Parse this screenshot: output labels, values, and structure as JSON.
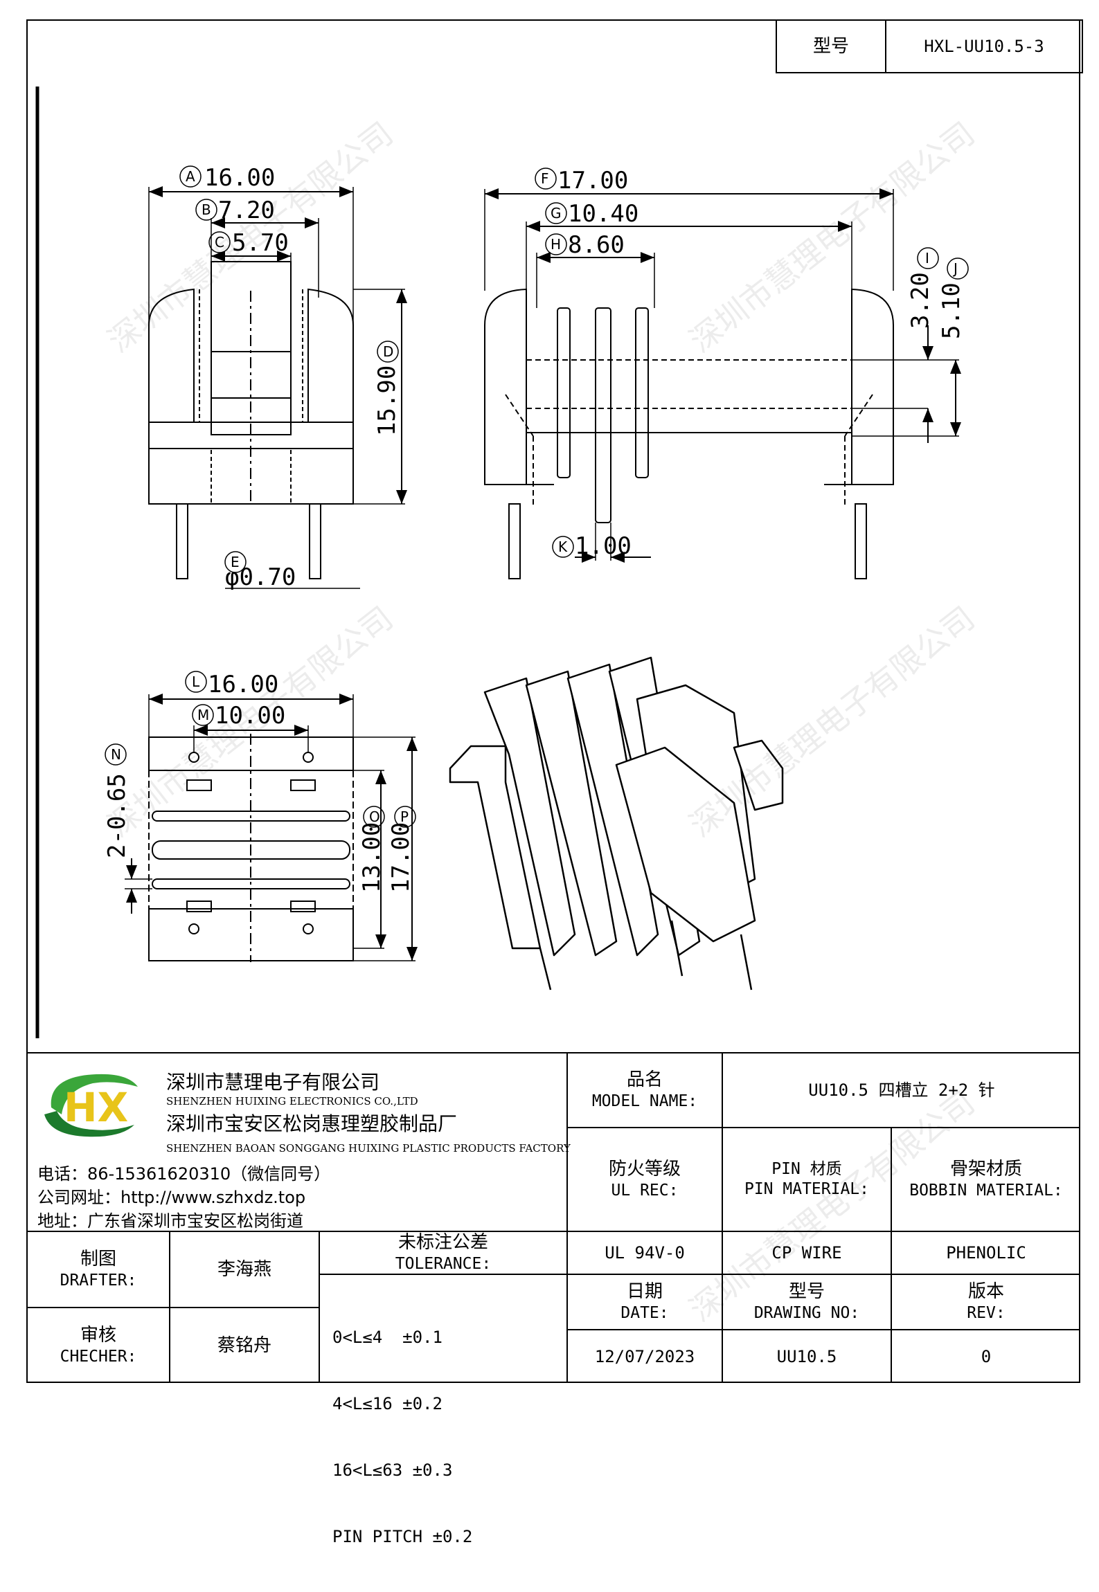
{
  "header": {
    "model_label": "型号",
    "model_value": "HXL-UU10.5-3"
  },
  "dimensions": {
    "A": {
      "letter": "A",
      "value": "16.00"
    },
    "B": {
      "letter": "B",
      "value": "7.20"
    },
    "C": {
      "letter": "C",
      "value": "5.70"
    },
    "D": {
      "letter": "D",
      "value": "15.90"
    },
    "E": {
      "letter": "E",
      "value": "φ0.70"
    },
    "F": {
      "letter": "F",
      "value": "17.00"
    },
    "G": {
      "letter": "G",
      "value": "10.40"
    },
    "H": {
      "letter": "H",
      "value": "8.60"
    },
    "I": {
      "letter": "I",
      "value": "3.20"
    },
    "J": {
      "letter": "J",
      "value": "5.10"
    },
    "K": {
      "letter": "K",
      "value": "1.00"
    },
    "L": {
      "letter": "L",
      "value": "16.00"
    },
    "M": {
      "letter": "M",
      "value": "10.00"
    },
    "N": {
      "letter": "N",
      "value": "2-0.65"
    },
    "O": {
      "letter": "O",
      "value": "13.00"
    },
    "P": {
      "letter": "P",
      "value": "17.00"
    }
  },
  "watermark": "深圳市慧理电子有限公司",
  "company": {
    "logo_text": "HX",
    "name_cn": "深圳市慧理电子有限公司",
    "name_en": "SHENZHEN HUIXING ELECTRONICS CO.,LTD",
    "factory_cn": "深圳市宝安区松岗惠理塑胶制品厂",
    "factory_en": "SHENZHEN BAOAN SONGGANG HUIXING PLASTIC PRODUCTS FACTORY",
    "phone": "电话：86-15361620310（微信同号）",
    "website": "公司网址：http://www.szhxdz.top",
    "address": "地址：广东省深圳市宝安区松岗街道"
  },
  "title_block": {
    "model_name_cn": "品名",
    "model_name_en": "MODEL NAME:",
    "model_name_value": "UU10.5 四槽立 2+2 针",
    "ul_cn": "防火等级",
    "ul_en": "UL REC:",
    "ul_value": "UL 94V-0",
    "pin_cn": "PIN 材质",
    "pin_en": "PIN MATERIAL:",
    "pin_value": "CP WIRE",
    "bobbin_cn": "骨架材质",
    "bobbin_en": "BOBBIN MATERIAL:",
    "bobbin_value": "PHENOLIC",
    "drafter_cn": "制图",
    "drafter_en": "DRAFTER:",
    "drafter_value": "李海燕",
    "checker_cn": "审核",
    "checker_en": "CHECHER:",
    "checker_value": "蔡铭舟",
    "tolerance_cn": "未标注公差",
    "tolerance_en": "TOLERANCE:",
    "tolerance_lines": [
      "0<L≤4  ±0.1",
      "4<L≤16 ±0.2",
      "16<L≤63 ±0.3",
      "PIN PITCH ±0.2"
    ],
    "date_cn": "日期",
    "date_en": "DATE:",
    "date_value": "12/07/2023",
    "drawing_cn": "型号",
    "drawing_en": "DRAWING NO:",
    "drawing_value": "UU10.5",
    "rev_cn": "版本",
    "rev_en": "REV:",
    "rev_value": "0"
  },
  "colors": {
    "logo_green": "#3aa63a",
    "logo_yellow": "#e8c41a",
    "logo_dark_green": "#1c7a2c"
  }
}
